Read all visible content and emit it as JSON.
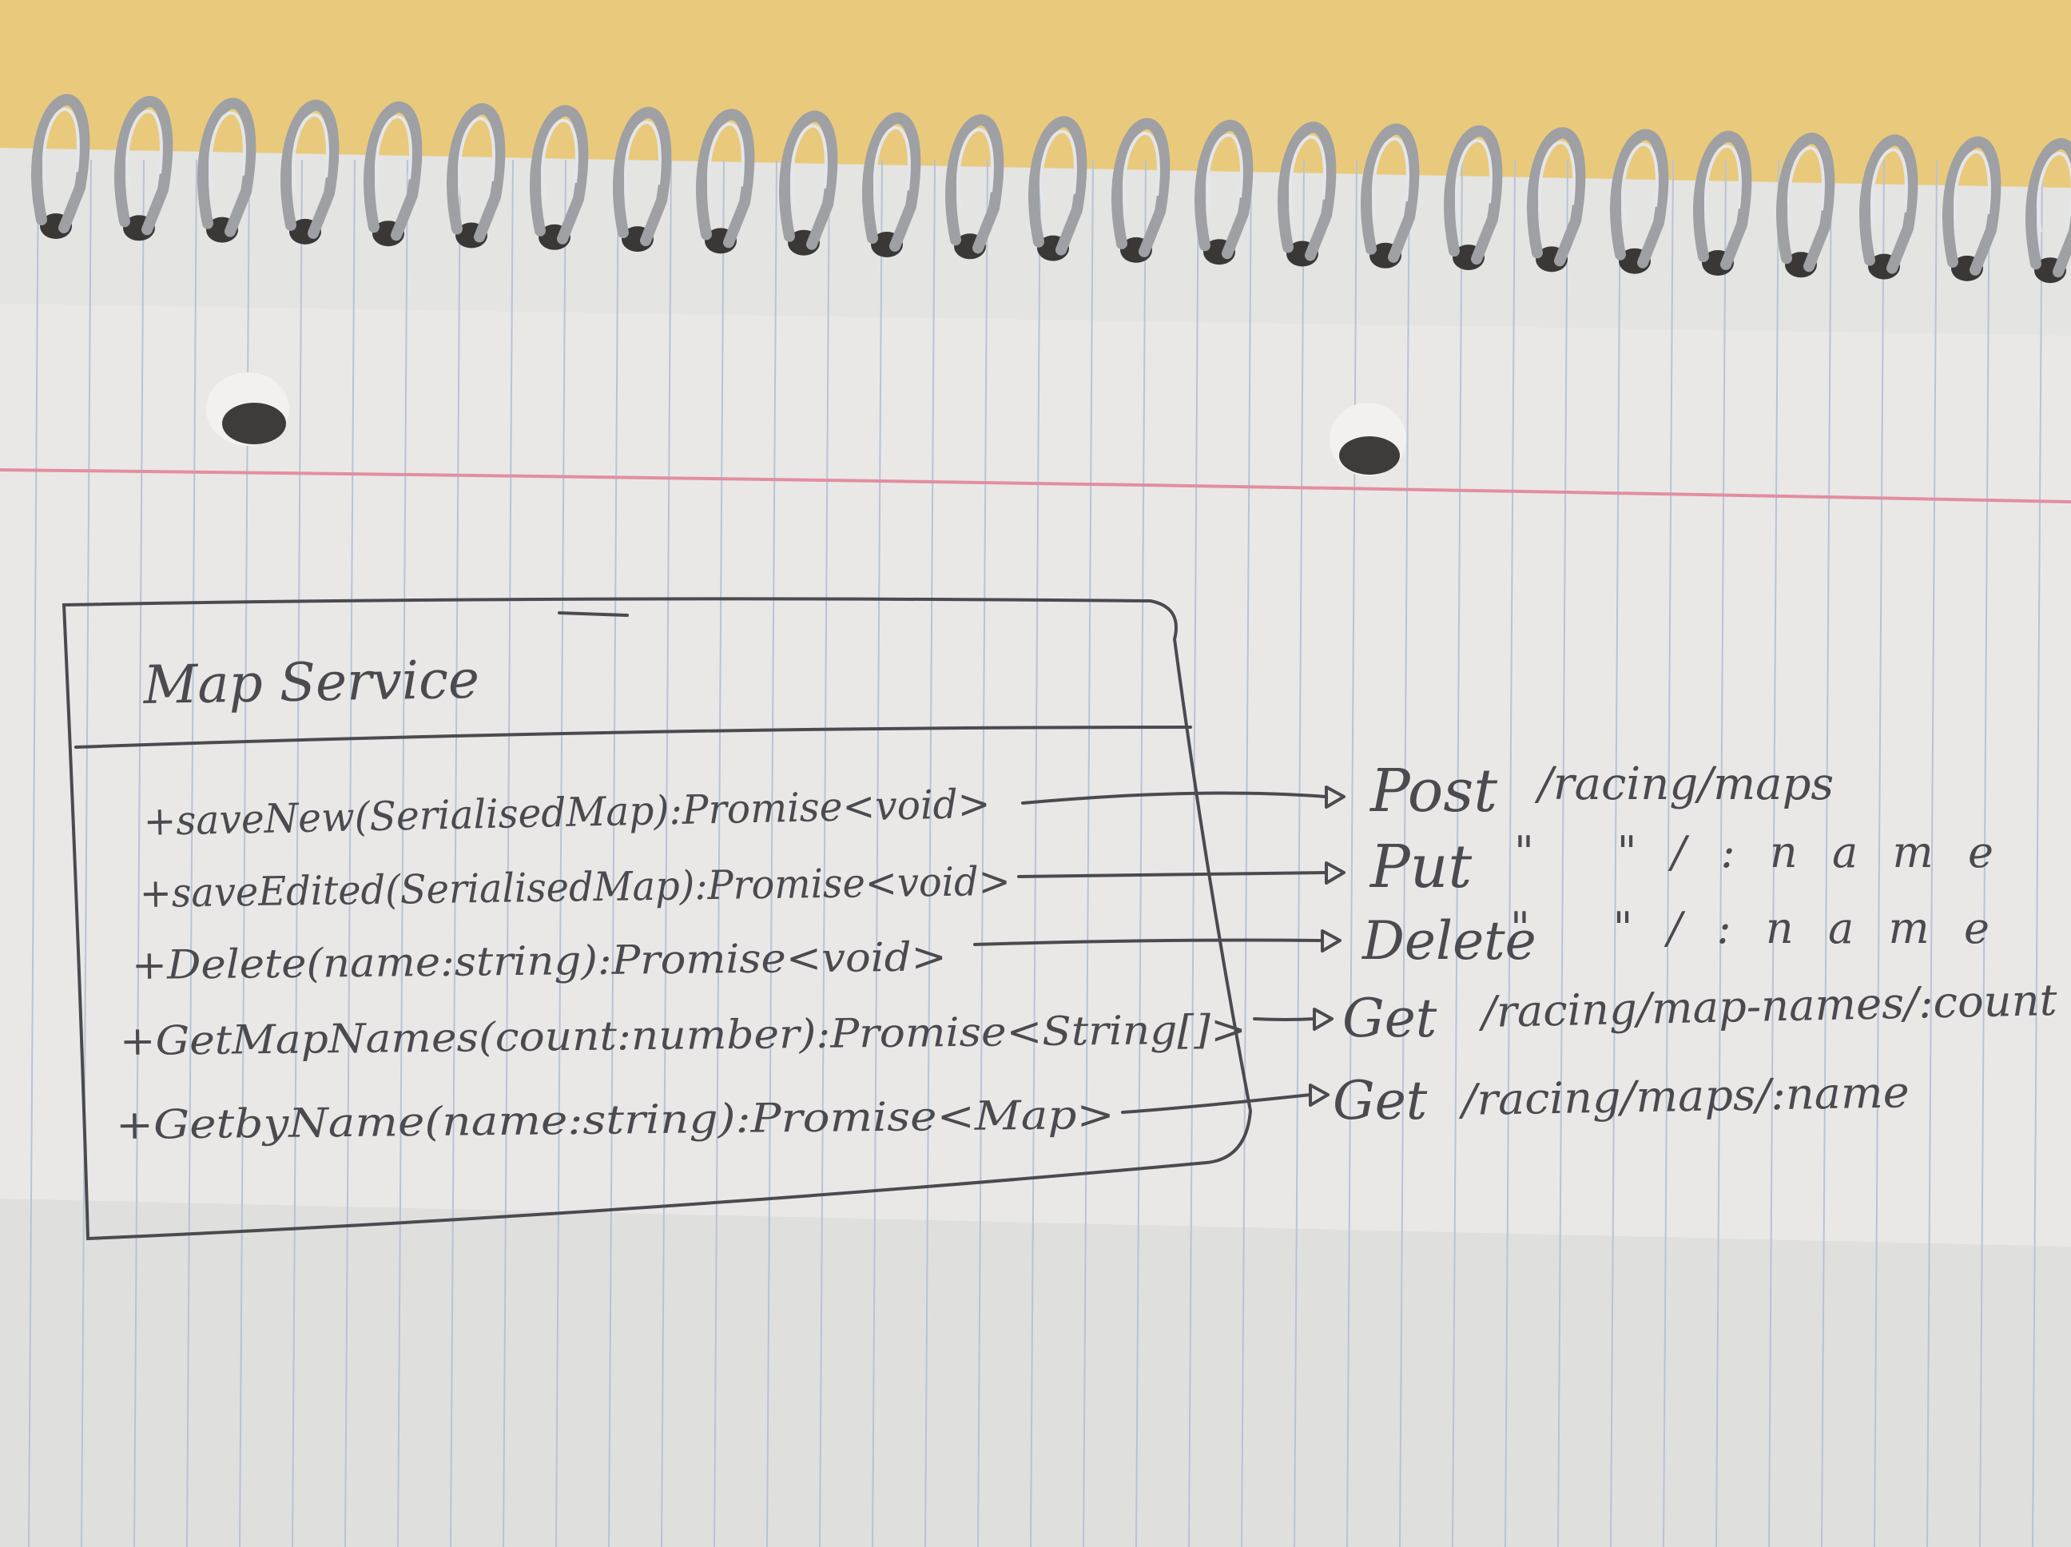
{
  "class_box": {
    "title": "Map Service",
    "methods": [
      "+saveNew(SerialisedMap):Promise<void>",
      "+saveEdited(SerialisedMap):Promise<void>",
      "+Delete(name:string):Promise<void>",
      "+GetMapNames(count:number):Promise<String[]>",
      "+GetbyName(name:string):Promise<Map>"
    ]
  },
  "endpoints": [
    {
      "verb": "Post",
      "path": "/racing/maps"
    },
    {
      "verb": "Put",
      "path": "\"      \"/:name"
    },
    {
      "verb": "Delete",
      "path": "\"      \"/:name"
    },
    {
      "verb": "Get",
      "path": "/racing/map-names/:count"
    },
    {
      "verb": "Get",
      "path": "/racing/maps/:name"
    }
  ],
  "colors": {
    "paper": "#e9e8e7",
    "rule_line": "#b9c3d3",
    "margin_line": "#e38ea0",
    "pencil": "#4a4a4f",
    "coil": "#9ea0a4",
    "desk": "#e9ca7c"
  }
}
